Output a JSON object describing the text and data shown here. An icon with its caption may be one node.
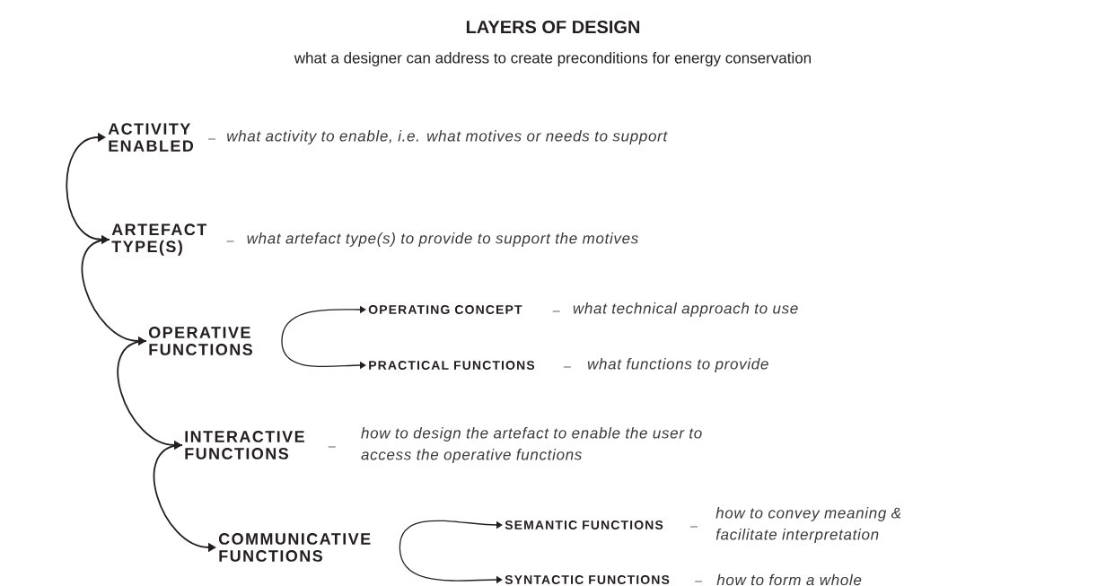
{
  "diagram": {
    "title": "LAYERS OF DESIGN",
    "caption": "what a designer can address to create preconditions for energy conservation",
    "nodes": [
      {
        "text": [
          "ACTIVITY ENABLED"
        ],
        "beside": [
          "what activity to enable, i.e. what motives or needs to support"
        ]
      },
      {
        "text": [
          "ARTEFACT TYPE(S)"
        ],
        "beside": [
          "what artefact type(s) to provide to support the motives"
        ]
      },
      {
        "text": [
          "OPERATIVE FUNCTIONS"
        ]
      },
      {
        "text": [
          "OPERATING CONCEPT"
        ],
        "beside": [
          "what technical approach to use"
        ]
      },
      {
        "text": [
          "PRACTICAL FUNCTIONS"
        ],
        "beside": [
          "what functions to provide"
        ]
      },
      {
        "text": [
          "INTERACTIVE FUNCTIONS"
        ],
        "beside": [
          "how to design the artefact to enable the user to access the operative functions"
        ]
      },
      {
        "text": [
          "COMMUNICATIVE FUNCTIONS"
        ]
      },
      {
        "text": [
          "SEMANTIC FUNCTIONS"
        ],
        "beside": [
          "how to convey meaning & facilitate interpretation"
        ]
      },
      {
        "text": [
          "SYNTACTIC FUNCTIONS"
        ],
        "beside": [
          "how to form a whole"
        ]
      }
    ],
    "edges": [
      {
        "from": 0,
        "to": 1,
        "arrow": "both"
      },
      {
        "from": 1,
        "to": 2,
        "arrow": "to"
      },
      {
        "from": 2,
        "to": 3,
        "arrow": "to"
      },
      {
        "from": 2,
        "to": 4,
        "arrow": "to"
      },
      {
        "from": 2,
        "to": 5,
        "arrow": "to"
      },
      {
        "from": 5,
        "to": 6,
        "arrow": "to"
      },
      {
        "from": 6,
        "to": 7,
        "arrow": "to"
      },
      {
        "from": 6,
        "to": 8,
        "arrow": "to"
      }
    ]
  }
}
